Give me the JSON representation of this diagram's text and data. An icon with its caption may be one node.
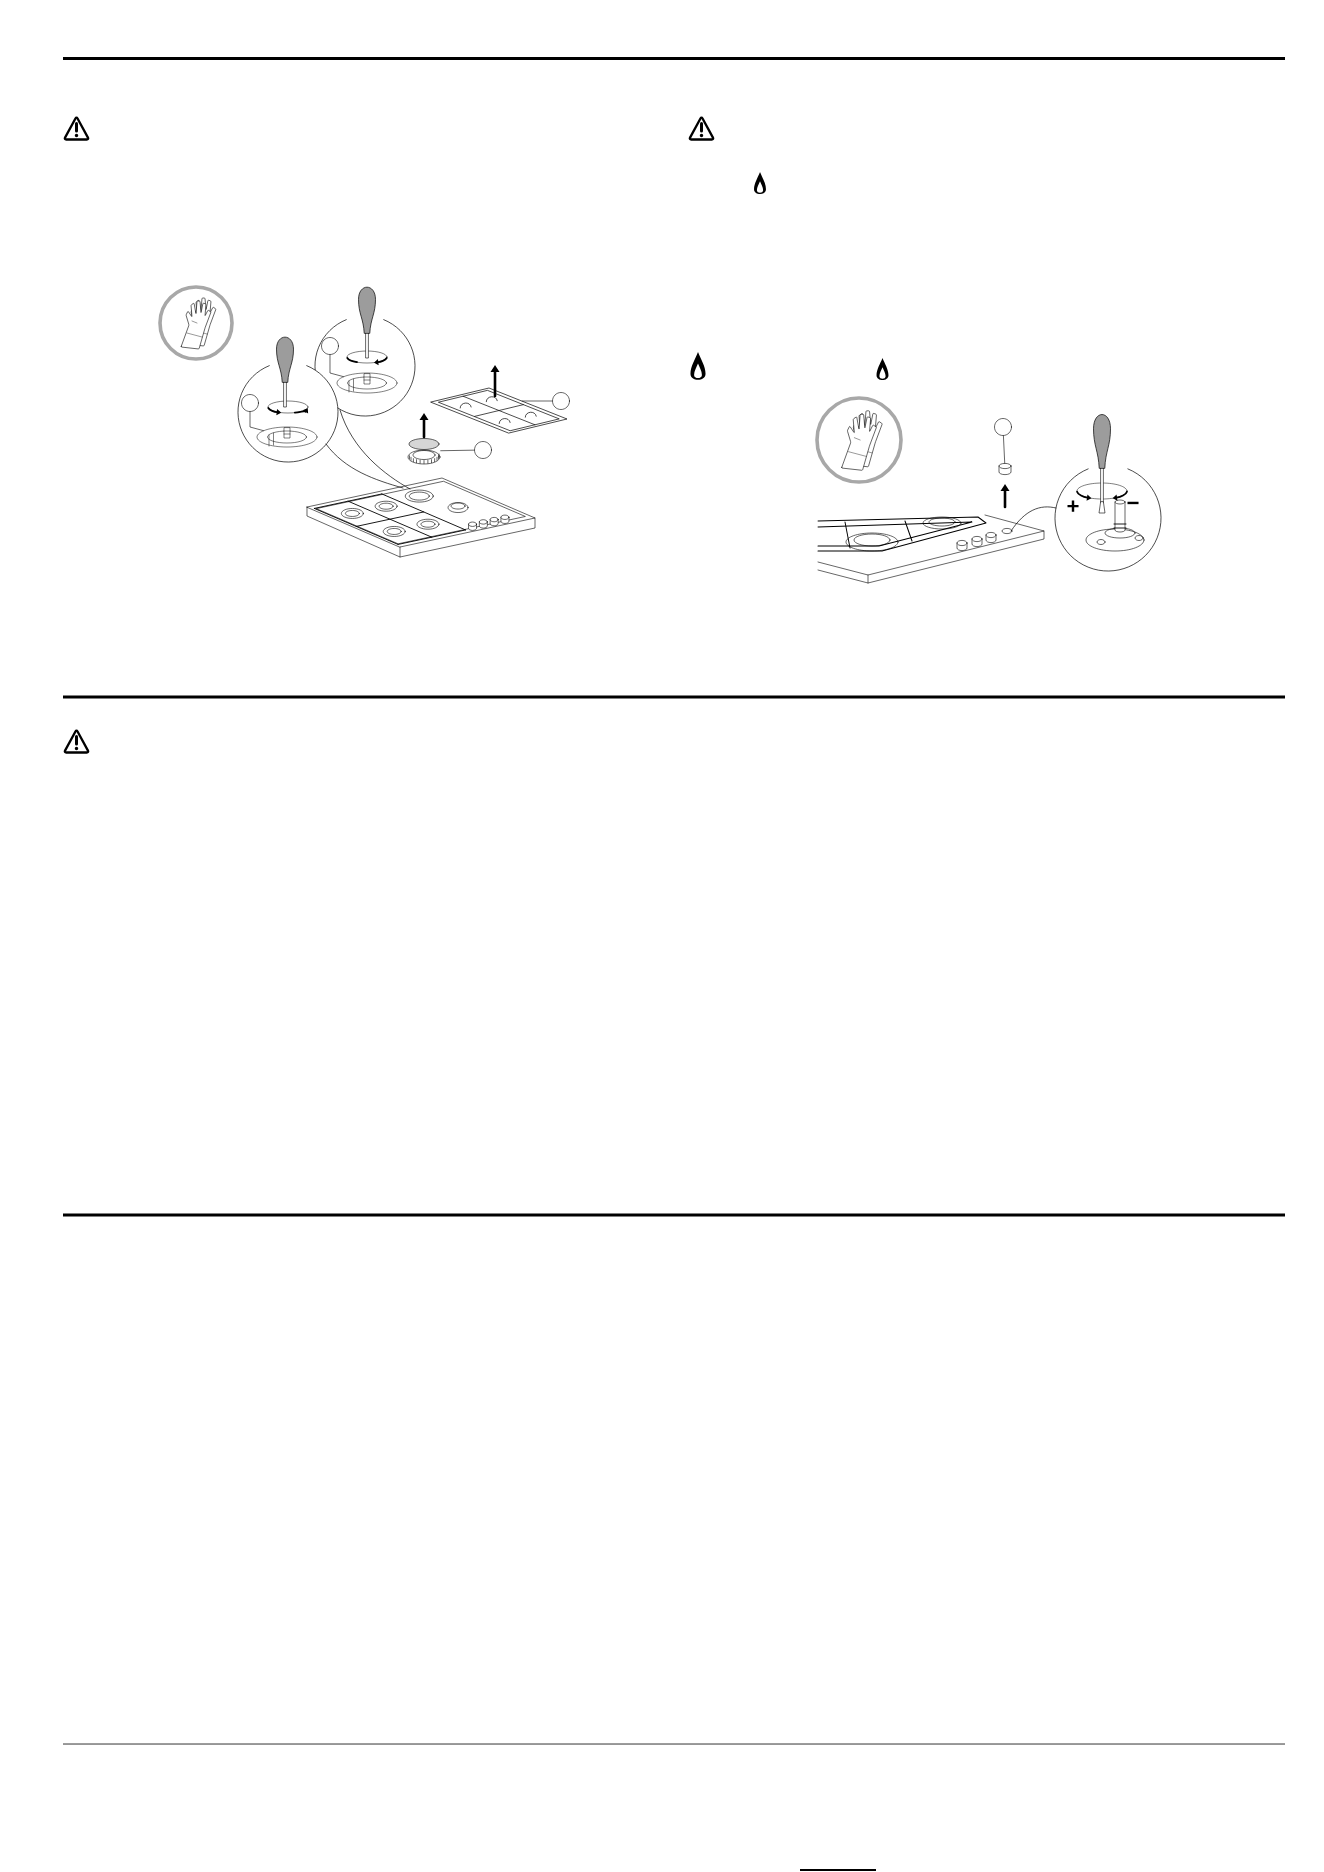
{
  "diagram": {
    "nodes": [
      {
        "text": [],
        "shape": "circle"
      },
      {
        "text": [],
        "shape": "circle"
      },
      {
        "text": [],
        "shape": "circle"
      },
      {
        "text": [],
        "shape": "circle"
      },
      {
        "text": [],
        "shape": "circle"
      },
      {
        "text": [],
        "shape": "picture"
      },
      {
        "text": [],
        "shape": "picture"
      },
      {
        "text": [],
        "shape": "picture"
      },
      {
        "text": [],
        "shape": "picture"
      },
      {
        "text": [],
        "shape": "cylinder"
      },
      {
        "text": [],
        "shape": "picture"
      }
    ],
    "edges": [
      {
        "from": 0,
        "to": 5,
        "arrow": "none"
      },
      {
        "from": 1,
        "to": 6,
        "arrow": "none"
      },
      {
        "from": 2,
        "to": 7,
        "arrow": "none"
      },
      {
        "from": 3,
        "to": 8,
        "arrow": "none"
      },
      {
        "from": 4,
        "to": 9,
        "arrow": "none"
      }
    ],
    "labels": [
      "+",
      "−"
    ]
  }
}
